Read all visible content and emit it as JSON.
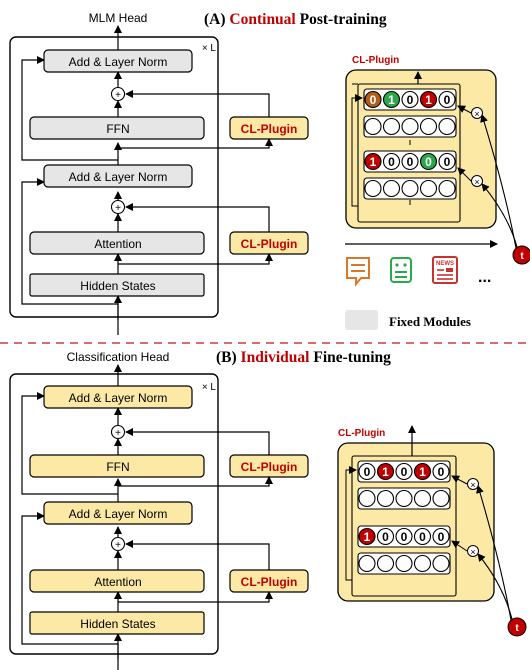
{
  "panel_a": {
    "head_label": "MLM Head",
    "title_prefix": "(A) ",
    "title_highlight": "Continual",
    "title_suffix": " Post-training",
    "repeat_label": "× L",
    "blocks": {
      "add_norm_top": "Add & Layer Norm",
      "ffn": "FFN",
      "add_norm_bottom": "Add & Layer Norm",
      "attention": "Attention",
      "hidden_states": "Hidden States"
    },
    "plugin_label": "CL-Plugin",
    "detail_title": "CL-Plugin",
    "mask_row_top": [
      "0",
      "1",
      "0",
      "1",
      "0"
    ],
    "mask_row_bottom": [
      "1",
      "0",
      "0",
      "0",
      "0"
    ],
    "ellipsis": "...",
    "task_symbol": "t",
    "news_text": "NEWS",
    "legend_label": "Fixed Modules"
  },
  "panel_b": {
    "head_label": "Classification Head",
    "title_prefix": "(B) ",
    "title_highlight": "Individual",
    "title_suffix": " Fine-tuning",
    "repeat_label": "× L",
    "blocks": {
      "add_norm_top": "Add & Layer Norm",
      "ffn": "FFN",
      "add_norm_bottom": "Add & Layer Norm",
      "attention": "Attention",
      "hidden_states": "Hidden States"
    },
    "plugin_label": "CL-Plugin",
    "detail_title": "CL-Plugin",
    "mask_row_top": [
      "0",
      "1",
      "0",
      "1",
      "0"
    ],
    "mask_row_bottom": [
      "1",
      "0",
      "0",
      "0",
      "0"
    ],
    "task_symbol": "t"
  },
  "colors": {
    "fixed_fill": "#e6e6e6",
    "trainable_fill": "#fde9a6",
    "plugin_fill": "#fde9a6",
    "accent_red": "#c00000",
    "mask_red": "#c00000",
    "mask_green": "#2aa84a",
    "mask_brown": "#b35e1b",
    "icon_orange": "#d9782a",
    "icon_green": "#2aa84a",
    "icon_red": "#c93030"
  }
}
